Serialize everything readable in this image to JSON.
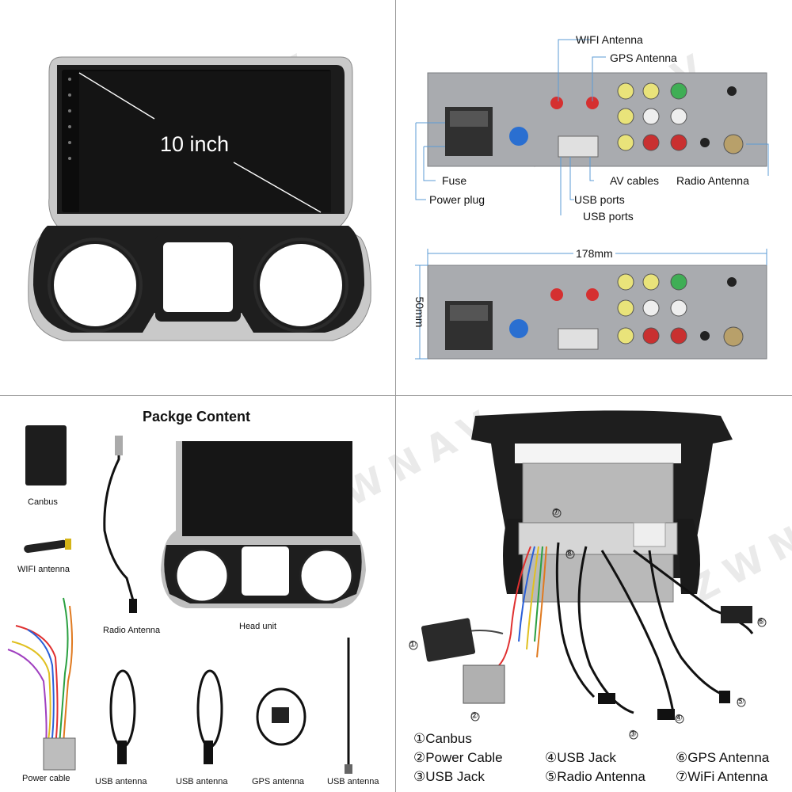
{
  "watermark": "ZWNAV",
  "head_unit_view": {
    "screen_size": "10 inch"
  },
  "back_panel_ports": {
    "top_labels": [
      "WIFI Antenna",
      "GPS Antenna"
    ],
    "bottom_labels": {
      "fuse": "Fuse",
      "power_plug": "Power plug",
      "av_cables": "AV cables",
      "radio_antenna": "Radio Antenna",
      "usb_ports_1": "USB ports",
      "usb_ports_2": "USB ports"
    }
  },
  "dimensions": {
    "width": "178mm",
    "height": "50mm"
  },
  "package": {
    "title": "Packge Content",
    "items": {
      "canbus": "Canbus",
      "wifi_antenna": "WIFI antenna",
      "radio_antenna": "Radio Antenna",
      "head_unit": "Head unit",
      "power_cable": "Power cable",
      "usb_antenna_1": "USB antenna",
      "usb_antenna_2": "USB antenna",
      "gps_antenna": "GPS antenna",
      "usb_antenna_3": "USB antenna"
    }
  },
  "connection_legend": [
    "①Canbus",
    "②Power Cable",
    "③USB Jack",
    "④USB Jack",
    "⑤Radio Antenna",
    "⑥GPS Antenna",
    "⑦WiFi Antenna"
  ],
  "callout_numbers": [
    "①",
    "②",
    "③",
    "④",
    "⑤",
    "⑥",
    "⑦",
    "⑧"
  ],
  "colors": {
    "panel_gray": "#a9abaf",
    "screen_black": "#111111",
    "bezel": "#1c1c1c",
    "dim_line": "#5b9bd5",
    "divider": "#9a9a9a"
  }
}
